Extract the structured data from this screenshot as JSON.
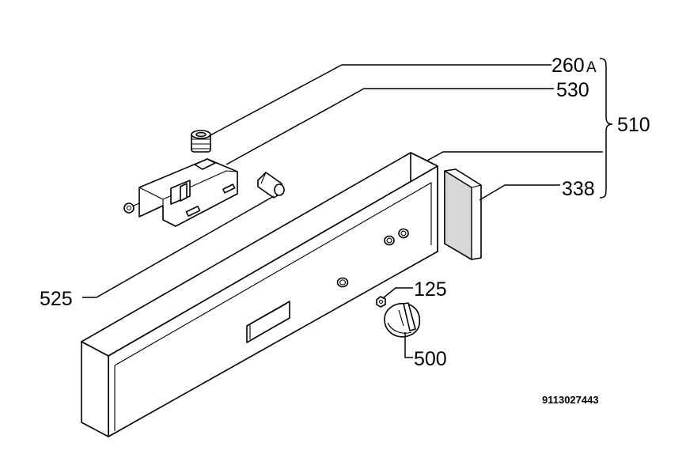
{
  "labels": {
    "p260": "260",
    "p260_suffix": "A",
    "p530": "530",
    "p510": "510",
    "p338": "338",
    "p525": "525",
    "p125": "125",
    "p500": "500"
  },
  "drawing_code": "9113027443"
}
